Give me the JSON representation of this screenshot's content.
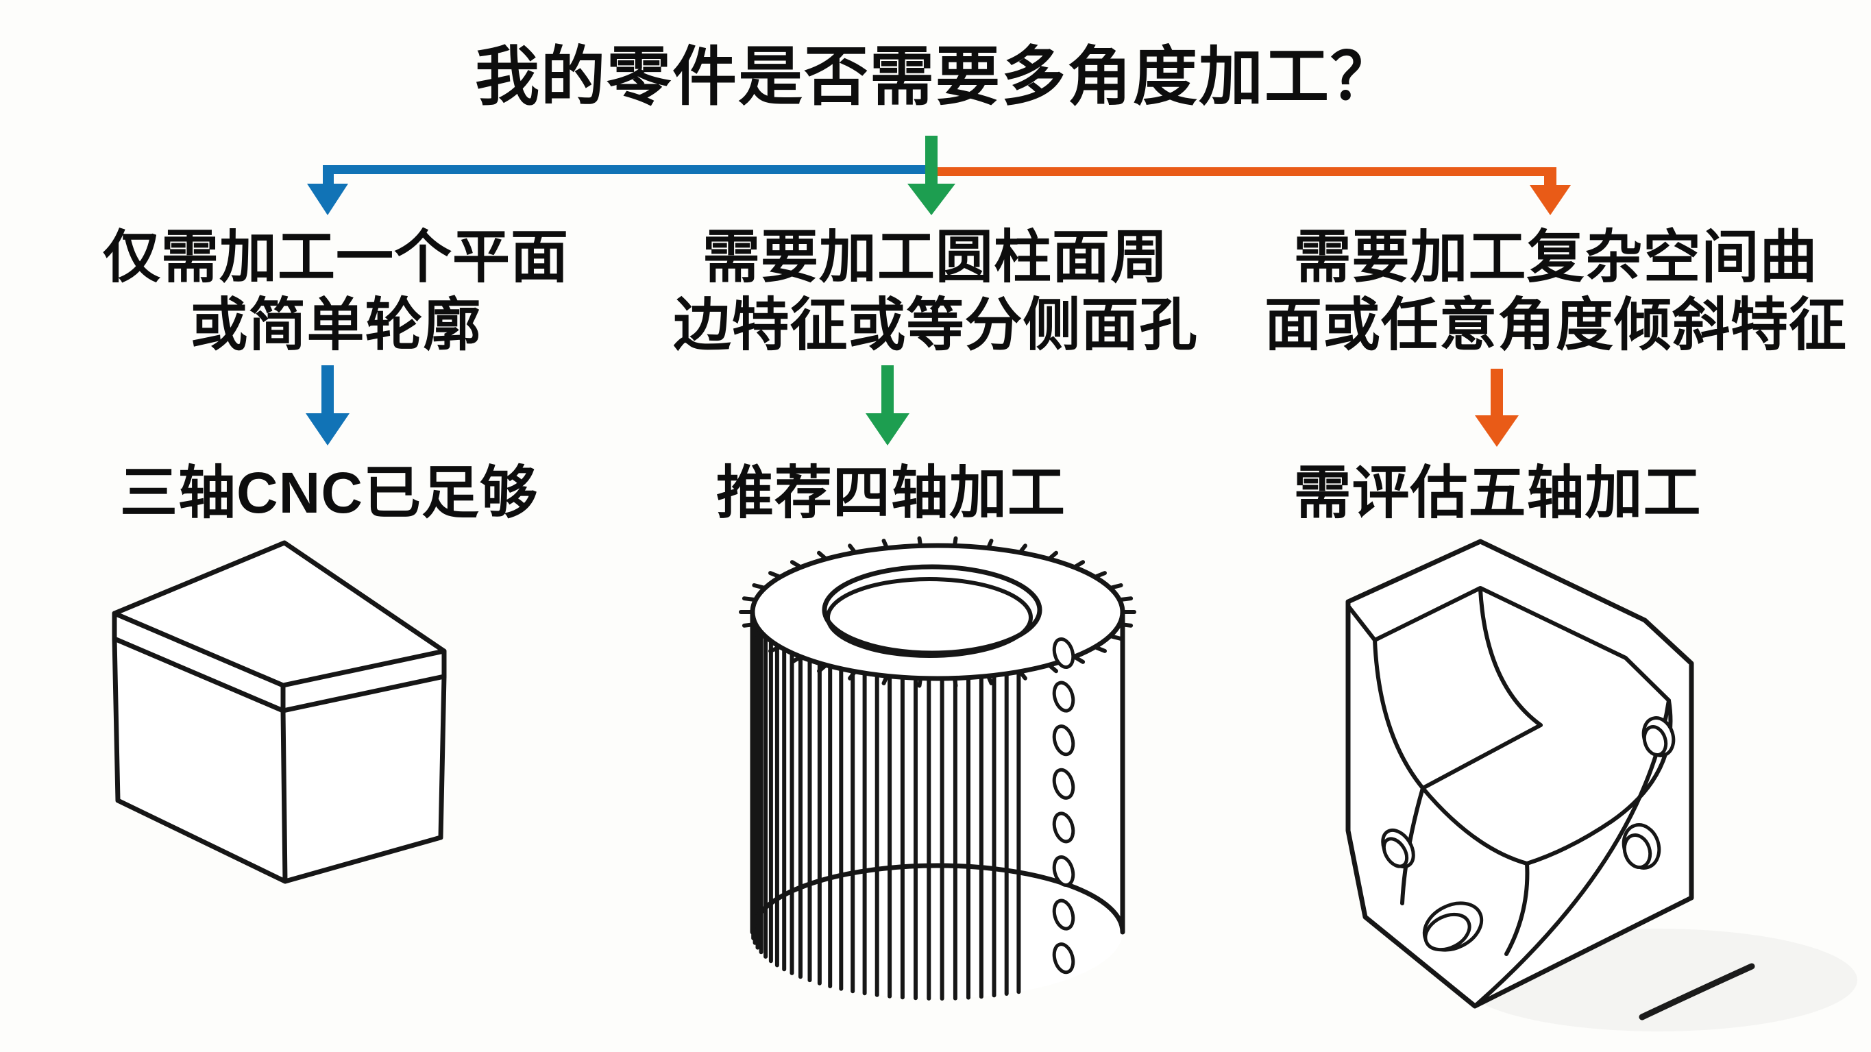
{
  "page": {
    "background": "#fdfdfb",
    "text_color": "#0d0d0d"
  },
  "colors": {
    "blue": "#1173b6",
    "green": "#1d9e50",
    "orange": "#e95b17",
    "line_ink": "#161616"
  },
  "title": "我的零件是否需要多角度加工？",
  "branches": [
    {
      "id": "three-axis",
      "arrow_color": "blue",
      "condition_line1": "仅需加工一个平面",
      "condition_line2": "或简单轮廓",
      "result": "三轴CNC已足够",
      "illustration": "plain-cube-block"
    },
    {
      "id": "four-axis",
      "arrow_color": "green",
      "condition_line1": "需要加工圆柱面周",
      "condition_line2": "边特征或等分侧面孔",
      "result": "推荐四轴加工",
      "illustration": "ribbed-cylinder-with-side-holes"
    },
    {
      "id": "five-axis",
      "arrow_color": "orange",
      "condition_line1": "需要加工复杂空间曲",
      "condition_line2": "面或任意角度倾斜特征",
      "result": "需评估五轴加工",
      "illustration": "complex-curved-pocket-part"
    }
  ]
}
